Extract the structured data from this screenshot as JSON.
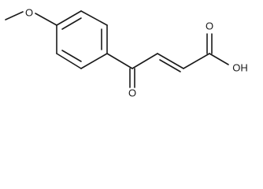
{
  "molecule": {
    "atoms": {
      "methoxy_oxygen": "O",
      "ketone_oxygen": "O",
      "carboxyl_oxygen": "O",
      "hydroxyl": "OH"
    }
  },
  "colors": {
    "bond": "#1a1a1a",
    "background": "#ffffff"
  }
}
